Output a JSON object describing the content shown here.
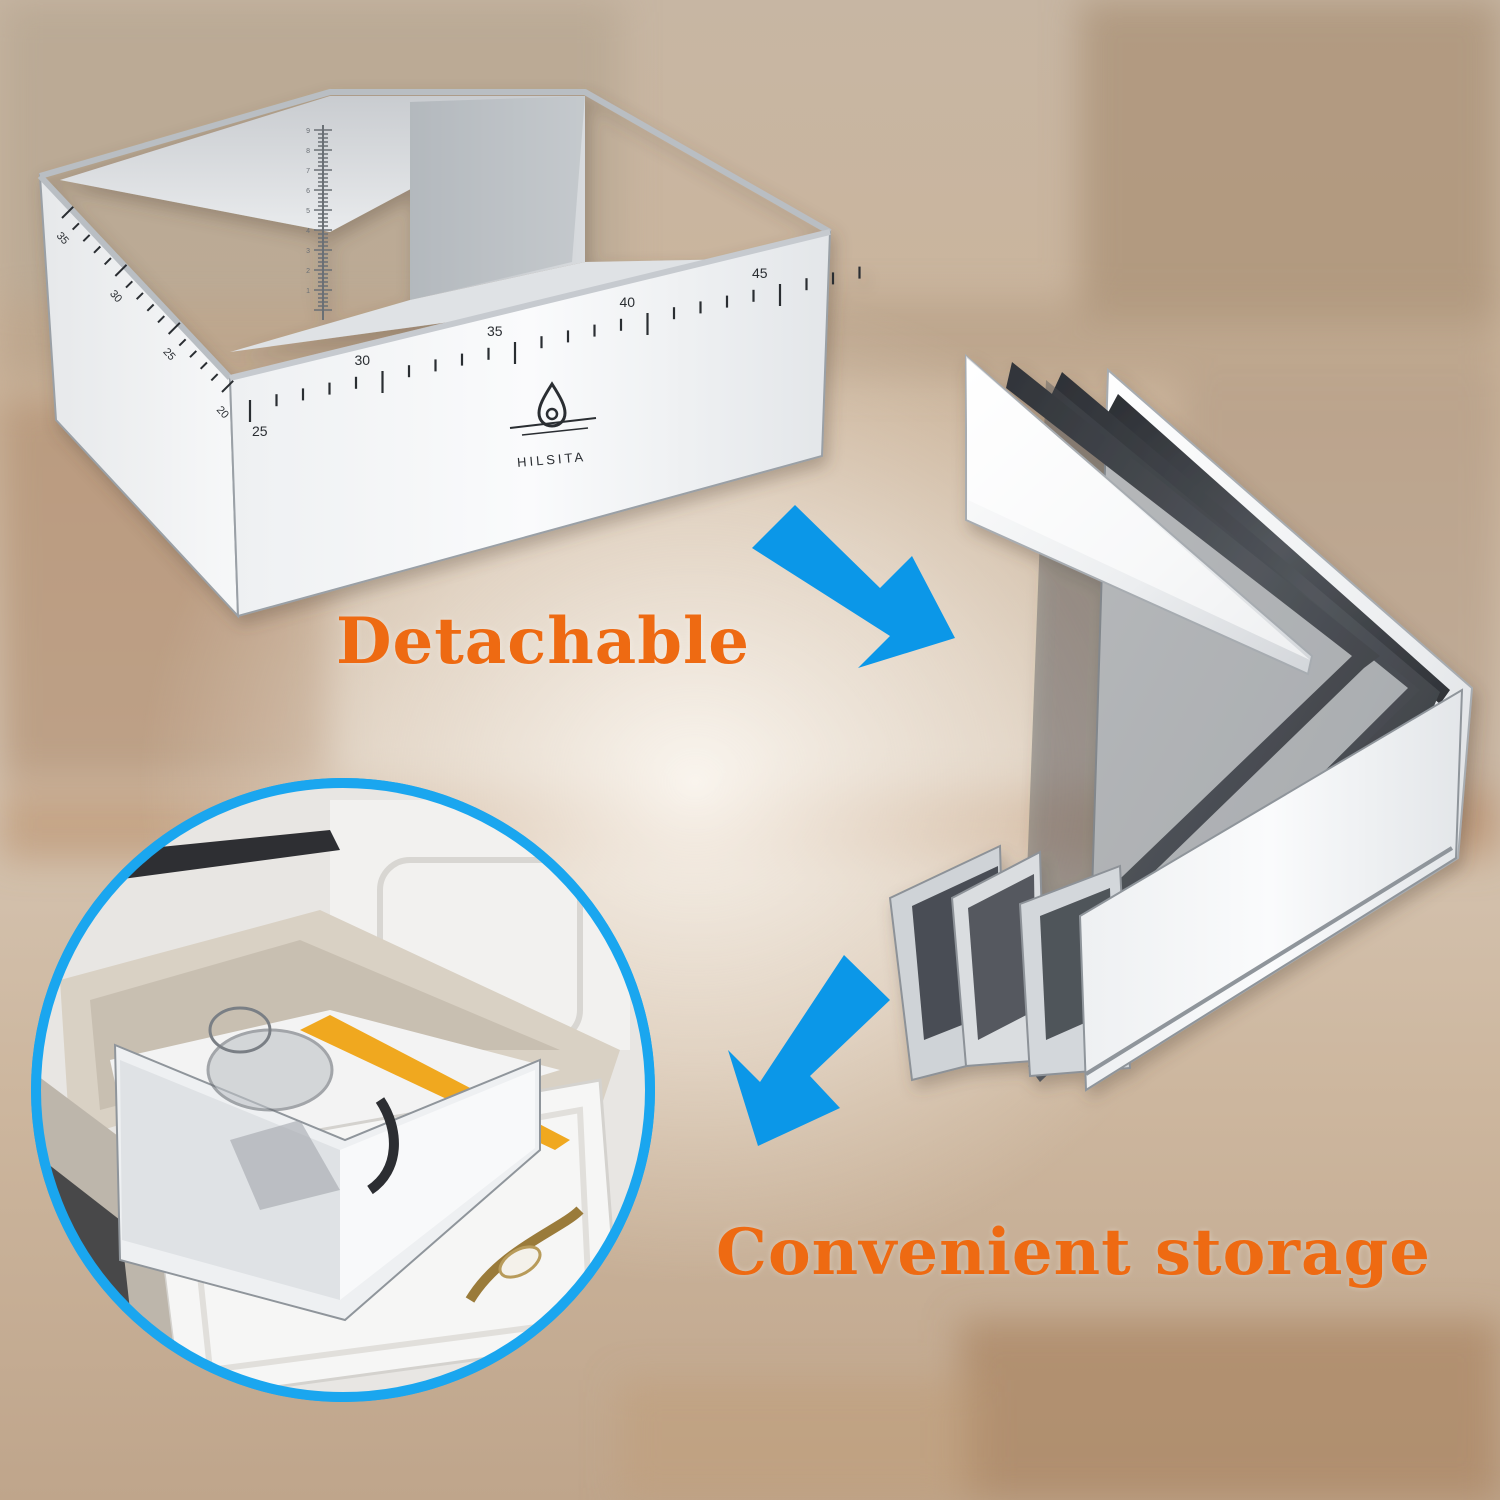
{
  "captions": {
    "detachable": "Detachable",
    "storage": "Convenient storage"
  },
  "product": {
    "brand": "HILSITA",
    "front_ruler_labels": [
      "25",
      "30",
      "35",
      "40",
      "45"
    ],
    "side_ruler_labels": [
      "20",
      "25",
      "30",
      "35"
    ],
    "inner_ruler_labels": [
      "1",
      "2",
      "3",
      "4",
      "5",
      "6",
      "7",
      "8",
      "9"
    ]
  },
  "colors": {
    "caption": "#ee6a12",
    "arrow": "#0b97e8",
    "circle_ring": "#1aa6ef",
    "steel_light": "#f4f5f6",
    "steel_dark": "#3a3d42",
    "background_warm": "#c9b49e"
  },
  "icons": {
    "arrow_down_right": "arrow-down-right-icon",
    "arrow_down_left": "arrow-down-left-icon",
    "brand_logo": "hilsita-drop-logo"
  }
}
